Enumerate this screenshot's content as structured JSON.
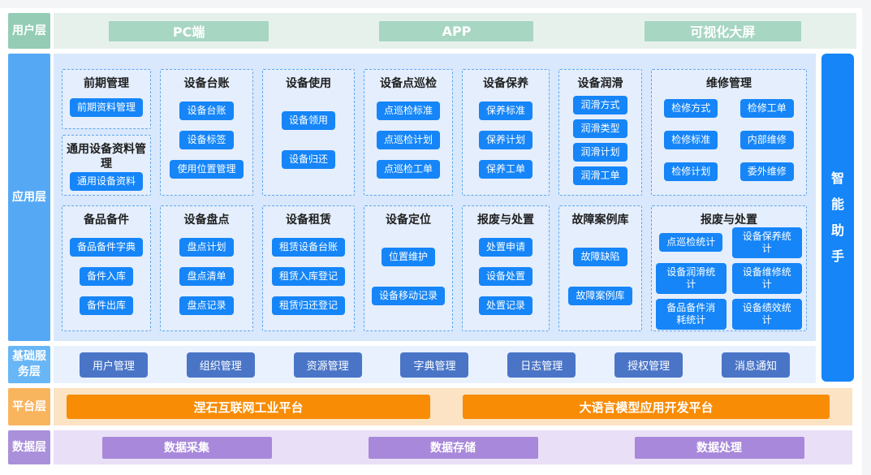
{
  "colors": {
    "user_label": "#94ccb5",
    "user_band": "#e6f1ec",
    "user_pill": "#a7d6c3",
    "app_label": "#55a9f4",
    "app_band": "#d9e8fc",
    "app_card_bg": "#e4eefc",
    "app_card_border": "#5fa8ee",
    "app_button": "#1585f8",
    "service_label": "#68b6f5",
    "service_band": "#e8f1fd",
    "service_button": "#4a75c7",
    "platform_label": "#f9b45e",
    "platform_band": "#fbe3c4",
    "platform_button": "#f88c05",
    "data_label": "#aa90da",
    "data_band": "#e9dff6",
    "data_button": "#a888da",
    "assistant_bar": "#1585f8"
  },
  "user_layer": {
    "label": "用户层",
    "items": [
      "PC端",
      "APP",
      "可视化大屏"
    ]
  },
  "app_layer": {
    "label": "应用层",
    "rows": [
      [
        {
          "cards": [
            {
              "title": "前期管理",
              "buttons": [
                "前期资料管理"
              ]
            },
            {
              "title": "通用设备资料管理",
              "buttons": [
                "通用设备资料"
              ]
            }
          ]
        },
        {
          "cards": [
            {
              "title": "设备台账",
              "buttons": [
                "设备台账",
                "设备标签",
                "使用位置管理"
              ]
            }
          ]
        },
        {
          "cards": [
            {
              "title": "设备使用",
              "buttons": [
                "设备领用",
                "设备归还"
              ]
            }
          ]
        },
        {
          "cards": [
            {
              "title": "设备点巡检",
              "buttons": [
                "点巡检标准",
                "点巡检计划",
                "点巡检工单"
              ]
            }
          ]
        },
        {
          "cards": [
            {
              "title": "设备保养",
              "buttons": [
                "保养标准",
                "保养计划",
                "保养工单"
              ]
            }
          ]
        },
        {
          "cards": [
            {
              "title": "设备润滑",
              "buttons": [
                "润滑方式",
                "润滑类型",
                "润滑计划",
                "润滑工单"
              ]
            }
          ]
        },
        {
          "cards": [
            {
              "title": "维修管理",
              "two_col": true,
              "buttons": [
                "检修方式",
                "检修工单",
                "检修标准",
                "内部维修",
                "检修计划",
                "委外维修"
              ]
            }
          ]
        }
      ],
      [
        {
          "cards": [
            {
              "title": "备品备件",
              "buttons": [
                "备品备件字典",
                "备件入库",
                "备件出库"
              ]
            }
          ]
        },
        {
          "cards": [
            {
              "title": "设备盘点",
              "buttons": [
                "盘点计划",
                "盘点清单",
                "盘点记录"
              ]
            }
          ]
        },
        {
          "cards": [
            {
              "title": "设备租赁",
              "buttons": [
                "租赁设备台账",
                "租赁入库登记",
                "租赁归还登记"
              ]
            }
          ]
        },
        {
          "cards": [
            {
              "title": "设备定位",
              "buttons": [
                "位置维护",
                "设备移动记录"
              ]
            }
          ]
        },
        {
          "cards": [
            {
              "title": "报废与处置",
              "buttons": [
                "处置申请",
                "设备处置",
                "处置记录"
              ]
            }
          ]
        },
        {
          "cards": [
            {
              "title": "故障案例库",
              "buttons": [
                "故障缺陷",
                "故障案例库"
              ]
            }
          ]
        },
        {
          "cards": [
            {
              "title": "报废与处置",
              "two_col": true,
              "buttons": [
                "点巡检统计",
                "设备保养统计",
                "设备润滑统计",
                "设备维修统计",
                "备品备件消耗统计",
                "设备绩效统计"
              ]
            }
          ]
        }
      ]
    ]
  },
  "assistant": {
    "label": "智能助手"
  },
  "service_layer": {
    "label": "基础服务层",
    "items": [
      "用户管理",
      "组织管理",
      "资源管理",
      "字典管理",
      "日志管理",
      "授权管理",
      "消息通知"
    ]
  },
  "platform_layer": {
    "label": "平台层",
    "items": [
      "涅石互联网工业平台",
      "大语言模型应用开发平台"
    ]
  },
  "data_layer": {
    "label": "数据层",
    "items": [
      "数据采集",
      "数据存储",
      "数据处理"
    ]
  }
}
